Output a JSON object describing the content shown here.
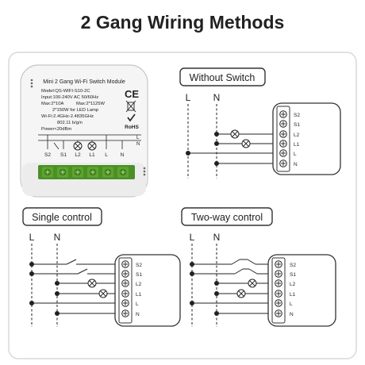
{
  "title": "2 Gang Wiring Methods",
  "sections": {
    "without_switch": "Without Switch",
    "single_control": "Single control",
    "two_way_control": "Two-way control"
  },
  "lines": {
    "live": "L",
    "neutral": "N"
  },
  "module": {
    "name": "Mini 2 Gang Wi-Fi Switch Module",
    "model": "Model:QS-WIFI-S10-2C",
    "input": "Input:100-240V AC  50/60Hz",
    "max_load": "Max:2*10A",
    "max_power": "Max:2*1125W",
    "led_load": "2*150W for LED Lamp",
    "wifi": "Wi-Fi:2.4GHz-2.4835GHz",
    "wifi_std": "802.11 b/g/n",
    "power": "Power<20dBm",
    "marks": [
      "CE",
      "RoHS"
    ],
    "terminals": [
      "S2",
      "S1",
      "L2",
      "L1",
      "L",
      "N"
    ]
  }
}
